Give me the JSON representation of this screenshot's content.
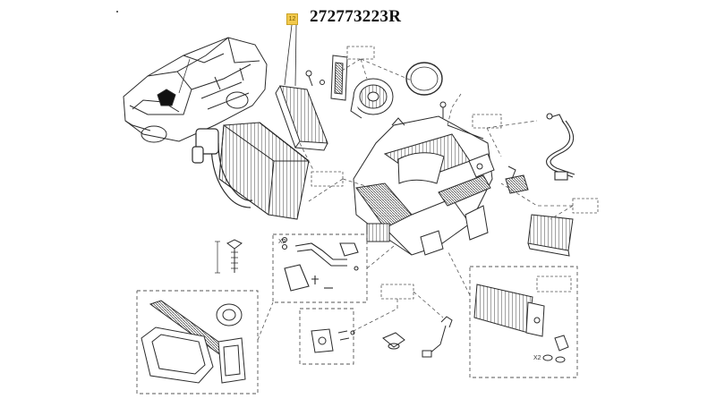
{
  "header": {
    "part_number": "272773223R",
    "ref_badge": "12"
  },
  "callouts": {
    "qty_x2_left": "X2",
    "qty_x2_right": "X2"
  },
  "colors": {
    "line": "#2b2b2b",
    "dash": "#555555",
    "highlight": "#f2c94c"
  }
}
